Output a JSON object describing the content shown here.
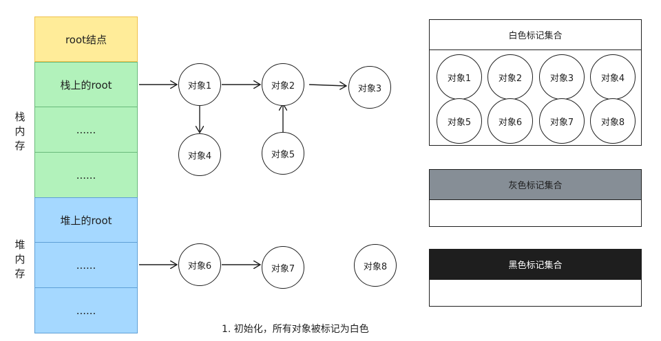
{
  "memory": {
    "root_label": "root结点",
    "stack_label": "栈内存",
    "heap_label": "堆内存",
    "stack_rows": [
      "栈上的root",
      "......",
      "......"
    ],
    "heap_rows": [
      "堆上的root",
      "......",
      "......"
    ]
  },
  "objects": {
    "o1": "对象1",
    "o2": "对象2",
    "o3": "对象3",
    "o4": "对象4",
    "o5": "对象5",
    "o6": "对象6",
    "o7": "对象7",
    "o8": "对象8"
  },
  "sets": {
    "white": {
      "title": "白色标记集合",
      "members": [
        "对象1",
        "对象2",
        "对象3",
        "对象4",
        "对象5",
        "对象6",
        "对象7",
        "对象8"
      ]
    },
    "gray": {
      "title": "灰色标记集合"
    },
    "black": {
      "title": "黑色标记集合"
    }
  },
  "caption": "1. 初始化，所有对象被标记为白色",
  "colors": {
    "root": "#ffec99",
    "stack": "#b2f2bb",
    "heap": "#a5d8ff",
    "gray_header": "#868e96",
    "black_header": "#1e1e1e"
  }
}
